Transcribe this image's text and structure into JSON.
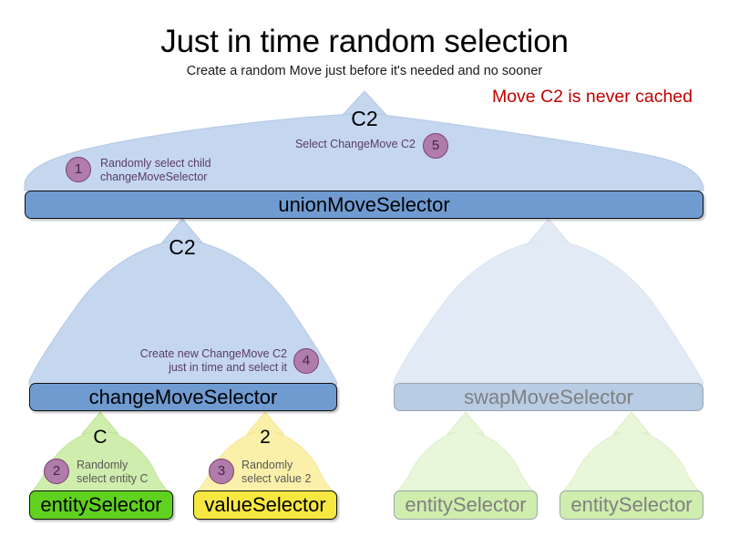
{
  "header": {
    "title": "Just in time random selection",
    "subtitle": "Create a random Move just before it's needed and no sooner",
    "note": "Move C2 is never cached",
    "note_color": "#c00000"
  },
  "colors": {
    "arrow_blue": "#c4d7ef",
    "arrow_blue_faded": "#e2eaf5",
    "arrow_green": "#cfedad",
    "arrow_green_faded": "#e8f6da",
    "arrow_yellow": "#fbf0a9",
    "box_blue": "#6f9bd1",
    "box_blue_faded": "#b8cce4",
    "box_green": "#5fd11e",
    "box_green_faded": "#cfedad",
    "box_yellow": "#f7e741",
    "badge_fill": "#b07cab",
    "badge_border": "#7d3f72",
    "annotation_text": "#5b3b66",
    "annotation_text_grey": "#595959",
    "faded_text": "#808080"
  },
  "arrows": {
    "union_out": {
      "letter": "C2"
    },
    "union_to_change": {
      "letter": "C2"
    },
    "change_to_entity": {
      "letter": "C"
    },
    "change_to_value": {
      "letter": "2"
    }
  },
  "annotations": [
    {
      "badge": "1",
      "lines": [
        "Randomly select child",
        "changeMoveSelector"
      ]
    },
    {
      "badge": "5",
      "lines": [
        "Select ChangeMove C2"
      ]
    },
    {
      "badge": "4",
      "lines": [
        "Create new ChangeMove C2",
        "just in time and select it"
      ]
    },
    {
      "badge": "2",
      "lines": [
        "Randomly",
        "select entity C"
      ]
    },
    {
      "badge": "3",
      "lines": [
        "Randomly",
        "select value 2"
      ]
    }
  ],
  "nodes": {
    "union_move_selector": "unionMoveSelector",
    "change_move_selector": "changeMoveSelector",
    "swap_move_selector": "swapMoveSelector",
    "entity_selector": "entitySelector",
    "value_selector": "valueSelector",
    "swap_entity_selector_left": "entitySelector",
    "swap_entity_selector_right": "entitySelector"
  }
}
